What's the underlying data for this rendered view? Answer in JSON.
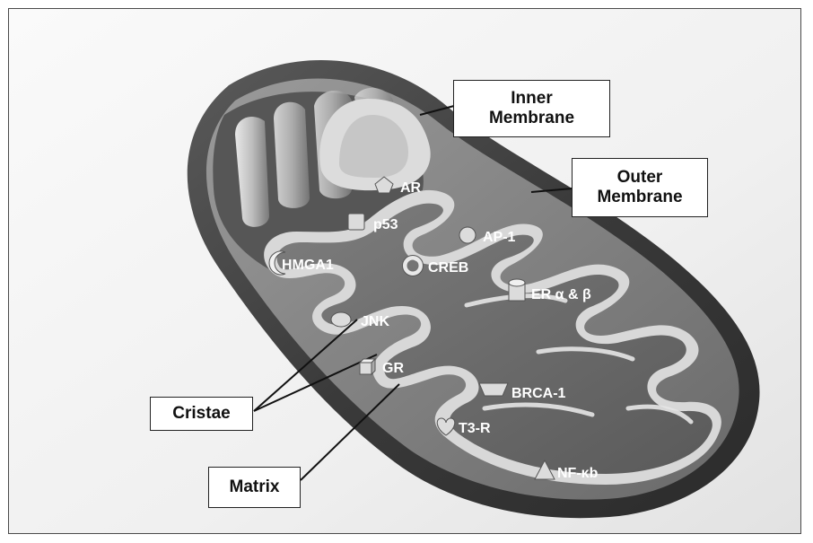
{
  "callouts": {
    "inner_membrane": [
      "Inner",
      "Membrane"
    ],
    "outer_membrane": [
      "Outer",
      "Membrane"
    ],
    "cristae": "Cristae",
    "matrix": "Matrix"
  },
  "receptors": [
    {
      "label": "AR",
      "icon": "pentagon-icon"
    },
    {
      "label": "p53",
      "icon": "square-icon"
    },
    {
      "label": "AP-1",
      "icon": "circle-icon"
    },
    {
      "label": "HMGA1",
      "icon": "crescent-icon"
    },
    {
      "label": "CREB",
      "icon": "ring-icon"
    },
    {
      "label": "ER α & β",
      "icon": "cylinder-icon"
    },
    {
      "label": "JNK",
      "icon": "oval-icon"
    },
    {
      "label": "GR",
      "icon": "cube-icon"
    },
    {
      "label": "BRCA-1",
      "icon": "trapezoid-icon"
    },
    {
      "label": "T3-R",
      "icon": "heart-icon"
    },
    {
      "label": "NF-κb",
      "icon": "triangle-icon"
    }
  ],
  "colors": {
    "outer_membrane": "#3f3f3f",
    "intermembrane_space": "#8a8a8a",
    "inner_membrane": "#d9d9d9",
    "matrix": "#6f6f6f",
    "label_text": "#ffffff",
    "background": "#f2f2f2"
  }
}
